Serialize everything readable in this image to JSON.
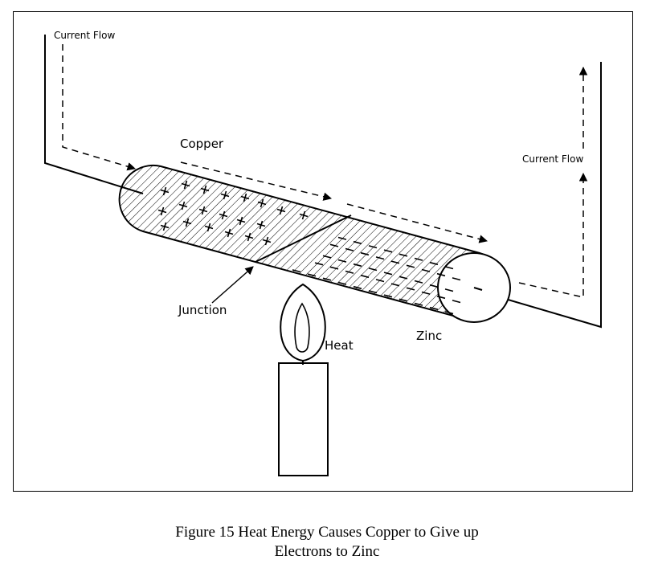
{
  "diagram": {
    "labels": {
      "current_flow_left": "Current Flow",
      "current_flow_right": "Current Flow",
      "copper": "Copper",
      "junction": "Junction",
      "heat": "Heat",
      "zinc": "Zinc"
    }
  },
  "caption": {
    "line1": "Figure 15    Heat Energy Causes Copper to Give up",
    "line2": "Electrons to Zinc"
  },
  "colors": {
    "ink": "#000000",
    "background": "#ffffff"
  }
}
